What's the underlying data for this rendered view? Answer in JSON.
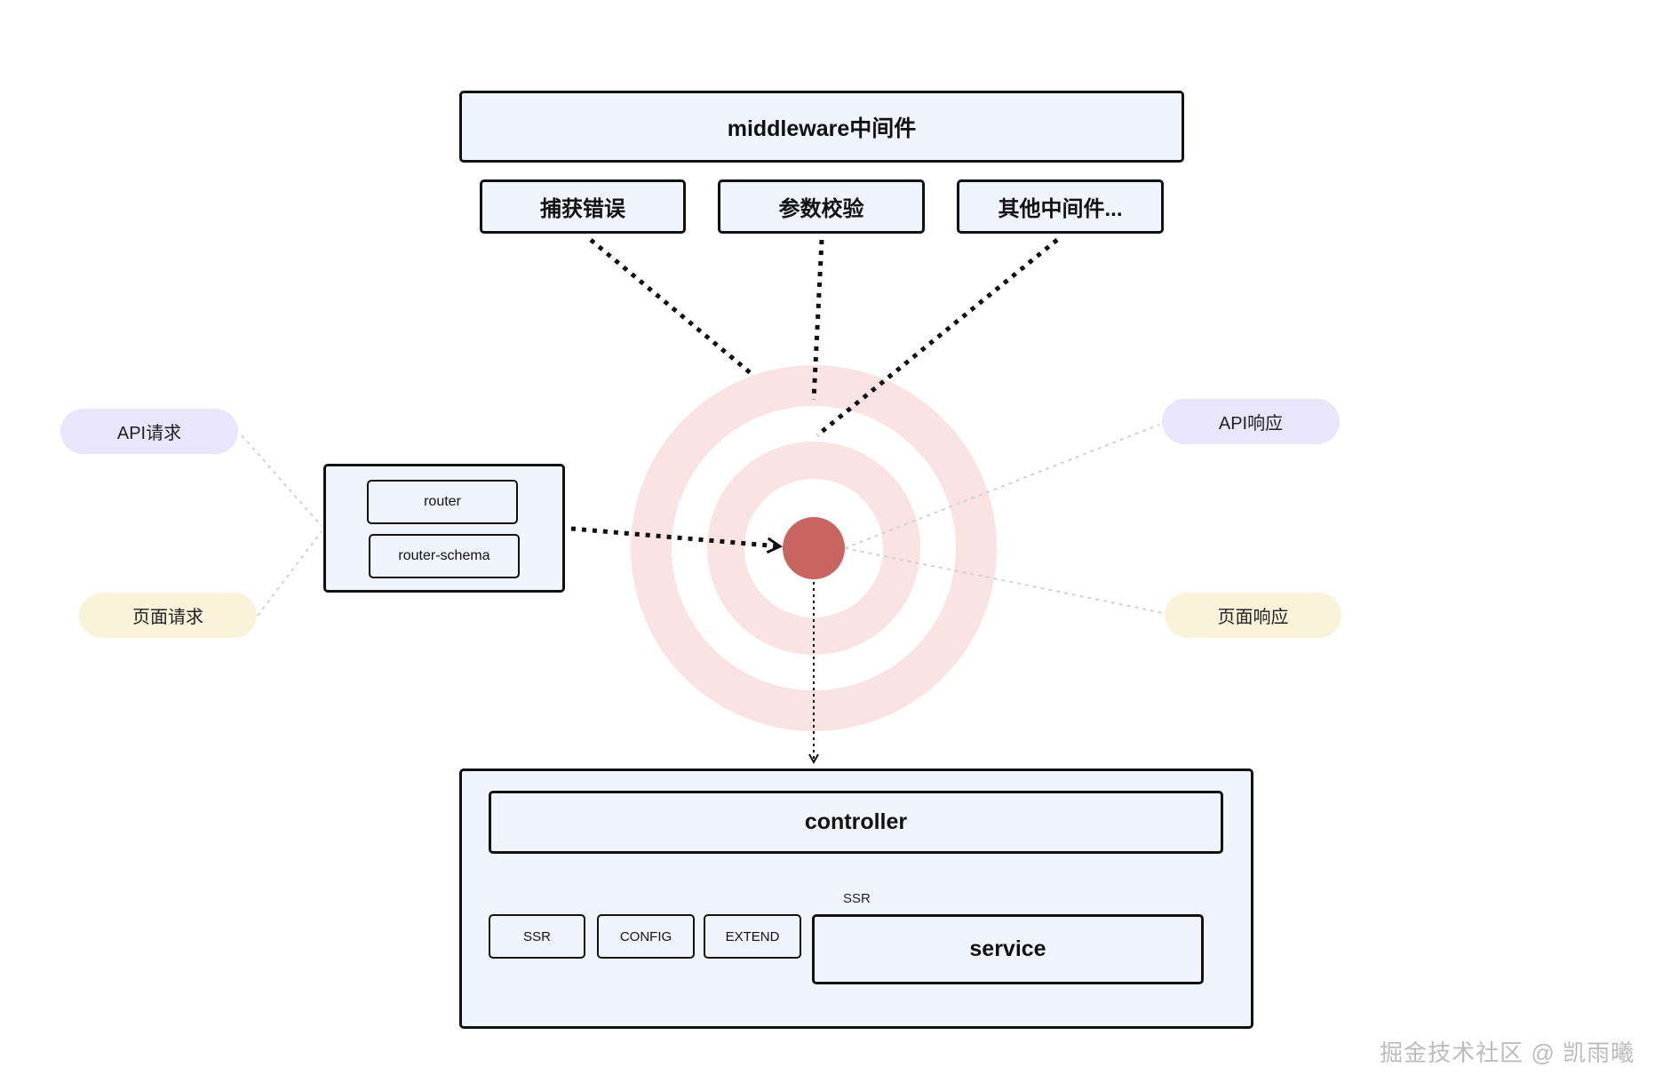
{
  "middleware": {
    "title": "middleware中间件",
    "items": [
      "捕获错误",
      "参数校验",
      "其他中间件..."
    ]
  },
  "inputs": {
    "api_request": "API请求",
    "page_request": "页面请求"
  },
  "outputs": {
    "api_response": "API响应",
    "page_response": "页面响应"
  },
  "router_group": {
    "router": "router",
    "router_schema": "router-schema"
  },
  "core": {
    "controller": "controller",
    "modules": [
      "SSR",
      "CONFIG",
      "EXTEND"
    ],
    "ssr_caption": "SSR",
    "service": "service"
  },
  "watermark": "掘金技术社区 @ 凯雨曦",
  "colors": {
    "box_fill": "#f0f4fd",
    "target_ring": "#fae3e3",
    "target_center": "#c96560",
    "api_pill": "#e9e6fb",
    "page_pill": "#fbf3d9"
  }
}
